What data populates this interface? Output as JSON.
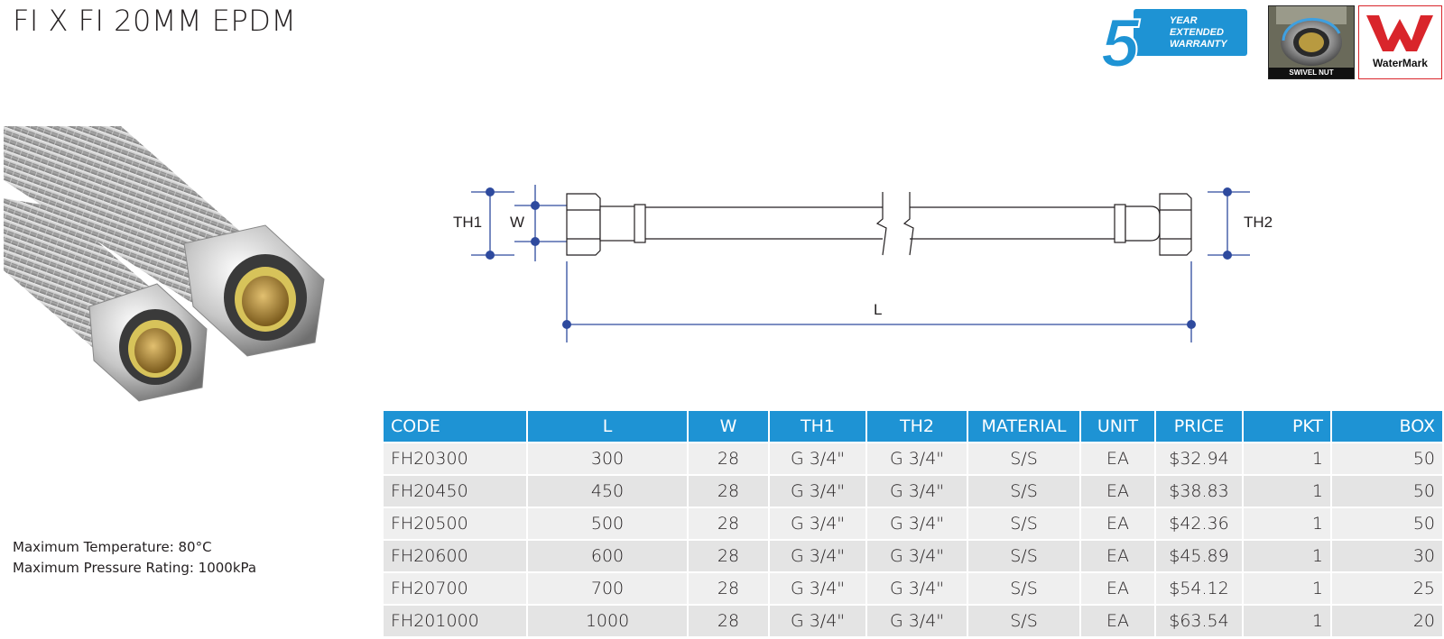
{
  "title": "FI X FI 20MM EPDM",
  "badges": {
    "warranty_number": "5",
    "warranty_line1": "YEAR",
    "warranty_line2": "EXTENDED",
    "warranty_line3": "WARRANTY",
    "swivel_label": "SWIVEL NUT",
    "watermark_label": "WaterMark"
  },
  "diagram": {
    "th1": "TH1",
    "w": "W",
    "th2": "TH2",
    "l": "L"
  },
  "specs": {
    "temperature": "Maximum Temperature: 80°C",
    "pressure": "Maximum Pressure Rating: 1000kPa"
  },
  "table": {
    "headers": [
      "CODE",
      "L",
      "W",
      "TH1",
      "TH2",
      "MATERIAL",
      "UNIT",
      "PRICE",
      "PKT",
      "BOX"
    ],
    "rows": [
      [
        "FH20300",
        "300",
        "28",
        "G 3/4\"",
        "G 3/4\"",
        "S/S",
        "EA",
        "$32.94",
        "1",
        "50"
      ],
      [
        "FH20450",
        "450",
        "28",
        "G 3/4\"",
        "G 3/4\"",
        "S/S",
        "EA",
        "$38.83",
        "1",
        "50"
      ],
      [
        "FH20500",
        "500",
        "28",
        "G 3/4\"",
        "G 3/4\"",
        "S/S",
        "EA",
        "$42.36",
        "1",
        "50"
      ],
      [
        "FH20600",
        "600",
        "28",
        "G 3/4\"",
        "G 3/4\"",
        "S/S",
        "EA",
        "$45.89",
        "1",
        "30"
      ],
      [
        "FH20700",
        "700",
        "28",
        "G 3/4\"",
        "G 3/4\"",
        "S/S",
        "EA",
        "$54.12",
        "1",
        "25"
      ],
      [
        "FH201000",
        "1000",
        "28",
        "G 3/4\"",
        "G 3/4\"",
        "S/S",
        "EA",
        "$63.54",
        "1",
        "20"
      ]
    ]
  }
}
